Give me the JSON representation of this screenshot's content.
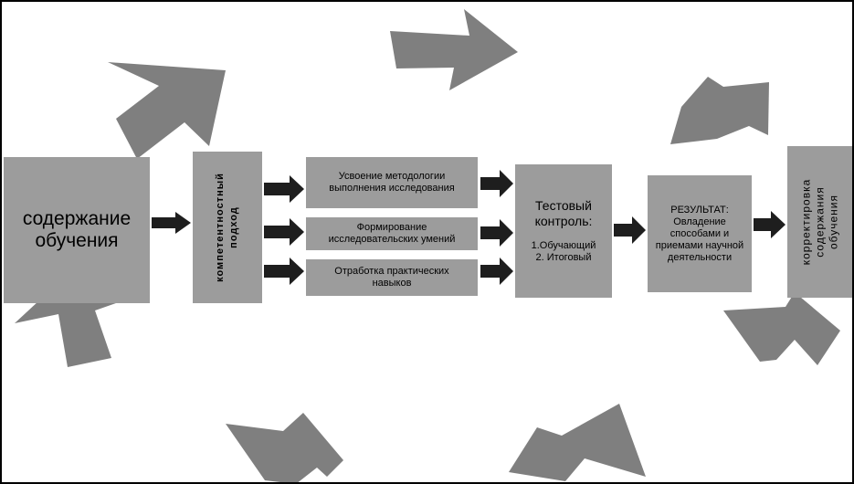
{
  "diagram": {
    "content_box": "содержание обучения",
    "approach_box": "компетентностный подход",
    "middle_boxes": [
      "Усвоение методологии выполнения исследования",
      "Формирование исследовательских умений",
      "Отработка практических навыков"
    ],
    "test_box": {
      "title": "Тестовый контроль:",
      "item1": "1.Обучающий",
      "item2": "2. Итоговый"
    },
    "result_box": {
      "title": "РЕЗУЛЬТАТ:",
      "text": "Овладение способами и приемами научной деятельности"
    },
    "correction_box": {
      "line1": "корректировка",
      "line2": "содержания",
      "line3": "обучения"
    },
    "colors": {
      "box_fill": "#9c9c9c",
      "big_arrow_fill": "#7f7f7f",
      "small_arrow_fill": "#1e1e1e"
    }
  }
}
